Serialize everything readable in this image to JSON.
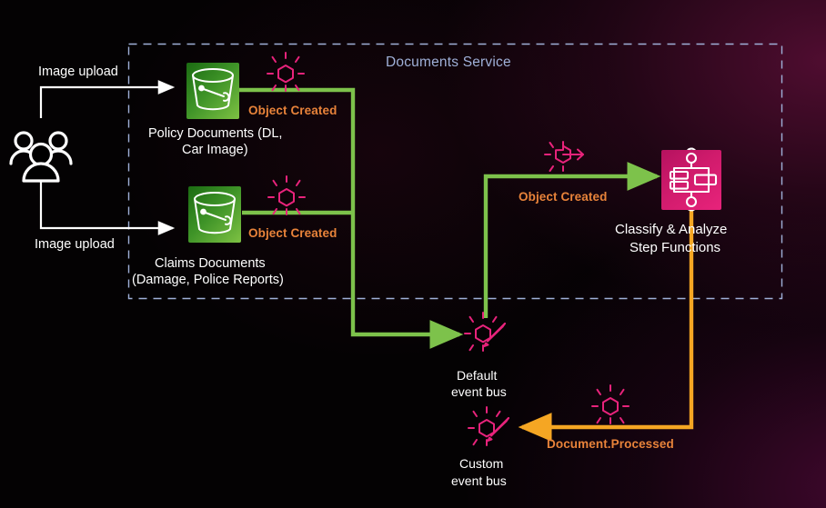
{
  "diagram": {
    "boundary": {
      "label": "Documents Service",
      "style": "dashed",
      "color": "#9fb0d8"
    },
    "actors": [
      {
        "name": "users",
        "icon": "users-group-icon"
      }
    ],
    "upload_labels": [
      "Image upload",
      "Image upload"
    ],
    "buckets": [
      {
        "icon": "s3-bucket-icon",
        "label_line1": "Policy Documents (DL,",
        "label_line2": "Car Image)",
        "event_label": "Object Created",
        "event_icon": "eventbridge-event-icon"
      },
      {
        "icon": "s3-bucket-icon",
        "label_line1": "Claims Documents",
        "label_line2": "(Damage, Police Reports)",
        "event_label": "Object Created",
        "event_icon": "eventbridge-event-icon"
      }
    ],
    "rule": {
      "event_label": "Object Created",
      "icon": "eventbridge-rule-icon"
    },
    "step_functions": {
      "icon": "step-functions-icon",
      "label_line1": "Classify & Analyze",
      "label_line2": "Step Functions"
    },
    "buses": [
      {
        "icon": "eventbridge-bus-icon",
        "label_line1": "Default",
        "label_line2": "event bus"
      },
      {
        "icon": "eventbridge-bus-icon",
        "label_line1": "Custom",
        "label_line2": "event bus"
      }
    ],
    "return_flow": {
      "event_label": "Document.Processed",
      "event_icon": "eventbridge-event-icon",
      "color": "#f5a623"
    },
    "colors": {
      "green_flow": "#7dc24b",
      "orange_flow": "#f5a623",
      "event_text": "#e8833a",
      "pink": "#e8237b",
      "boundary": "#9fb0d8",
      "white": "#ffffff"
    }
  }
}
